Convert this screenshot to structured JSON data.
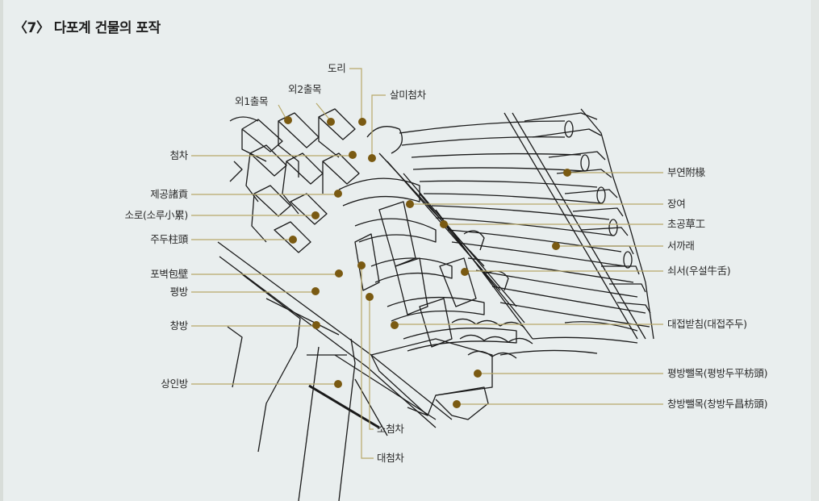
{
  "title": "〈7〉 다포계 건물의 포작",
  "colors": {
    "background": "#e9eeee",
    "leader": "#b8a96a",
    "dot": "#7a5a12",
    "ink": "#1a1a1a"
  },
  "labels": {
    "dori": "도리",
    "oe2_chulmok": "외2출목",
    "oe1_chulmok": "외1출목",
    "salmi_cheomcha": "살미첨차",
    "cheomcha": "첨차",
    "jegong": "제공諸貢",
    "soro": "소로(소루小累)",
    "judu": "주두柱頭",
    "pobyeok": "포벽包壁",
    "pyeongbang": "평방",
    "changbang": "창방",
    "sanginbang": "상인방",
    "socheomcha": "소첨차",
    "daecheomcha": "대첨차",
    "buyeon": "부연附椽",
    "jangyeo": "장여",
    "chogong": "초공草工",
    "seokkarae": "서까래",
    "soeseo": "쇠서(우설牛舌)",
    "daejeop": "대접받침(대접주두)",
    "pyeongbang_ppelmok": "평방뺄목(평방두平枋頭)",
    "changbang_ppelmok": "창방뺄목(창방두昌枋頭)"
  }
}
